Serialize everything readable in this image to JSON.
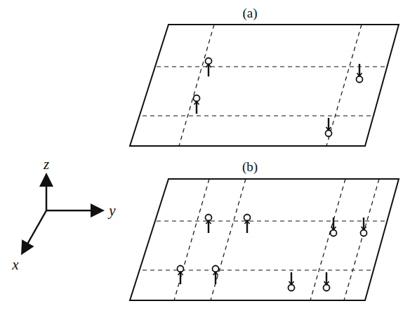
{
  "diagram": {
    "labels": [
      "(a)",
      "(b)",
      "z",
      "y",
      "x"
    ]
  }
}
